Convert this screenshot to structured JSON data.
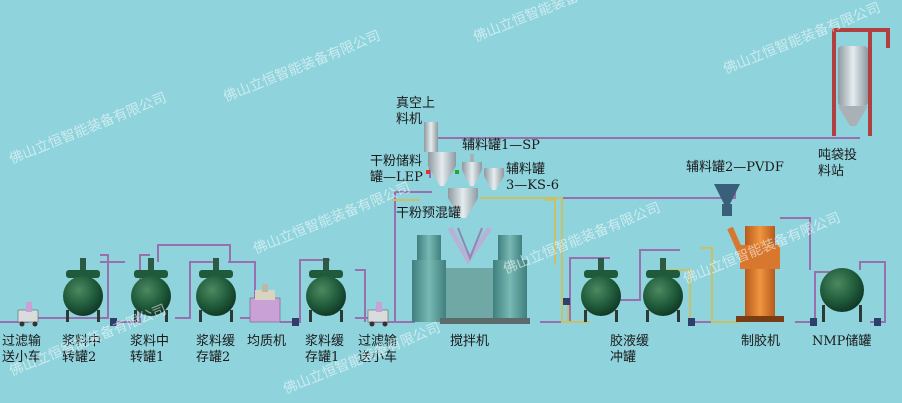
{
  "labels": {
    "filter_cart_left": "过滤输\n送小车",
    "slurry_transfer_2": "浆料中\n转罐2",
    "slurry_transfer_1": "浆料中\n转罐1",
    "slurry_buffer_2": "浆料缓\n存罐2",
    "homogenizer": "均质机",
    "slurry_buffer_1": "浆料缓\n存罐1",
    "filter_cart_right": "过滤输\n送小车",
    "mixer": "搅拌机",
    "glue_buffer": "胶液缓\n冲罐",
    "glue_maker": "制胶机",
    "nmp_tank": "NMP储罐",
    "vacuum_loader": "真空上\n料机",
    "dry_powder_tank": "干粉储料\n罐—LEP",
    "aux_tank_1": "辅料罐1—SP",
    "aux_tank_3": "辅料罐\n3—KS-6",
    "premix_tank": "干粉预混罐",
    "aux_tank_2": "辅料罐2—PVDF",
    "ton_bag_station": "吨袋投\n料站"
  },
  "watermark": "佛山立恒智能装备有限公司",
  "colors": {
    "background": "#8fd3dc",
    "pipe_purple": "#9a6fb0",
    "pipe_yellow": "#c9c16a",
    "tank_green": "#1f5a3a",
    "machine_teal": "#5a9f9c",
    "glue_orange": "#d8782e",
    "frame_red": "#b04040"
  }
}
